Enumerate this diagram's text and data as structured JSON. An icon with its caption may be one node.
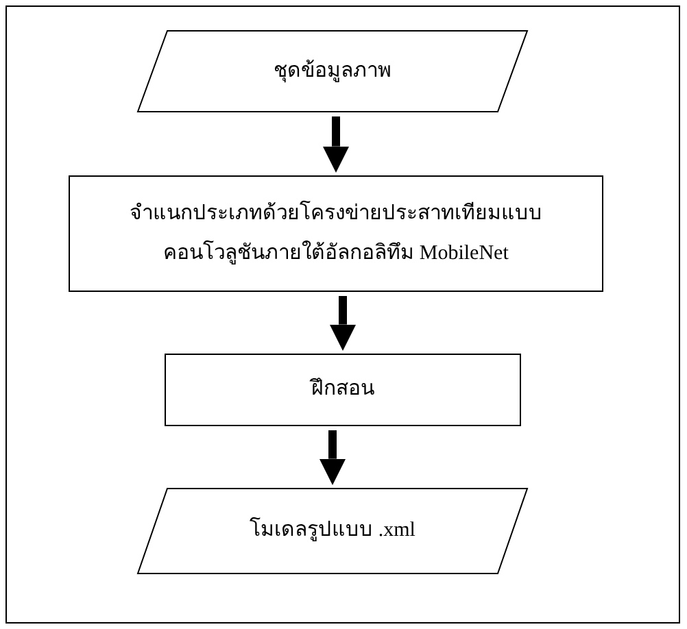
{
  "diagram": {
    "nodes": [
      {
        "text": [
          "ชุดข้อมูลภาพ"
        ]
      },
      {
        "text": [
          "จำแนกประเภทด้วยโครงข่ายประสาทเทียมแบบคอนโวลูชันภายใต้อัลกอลิทึม MobileNet"
        ]
      },
      {
        "text": [
          "ฝึกสอน"
        ]
      },
      {
        "text": [
          "โมเดลรูปแบบ .xml"
        ]
      }
    ],
    "edges": [
      {
        "from": 0,
        "to": 1,
        "arrow": "to"
      },
      {
        "from": 1,
        "to": 2,
        "arrow": "to"
      },
      {
        "from": 2,
        "to": 3,
        "arrow": "to"
      }
    ]
  }
}
